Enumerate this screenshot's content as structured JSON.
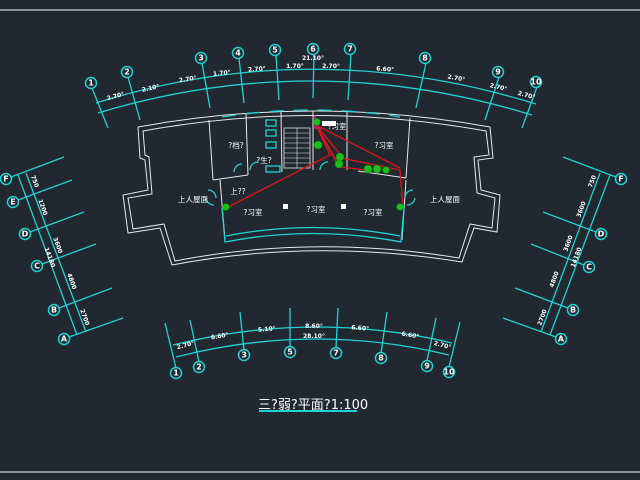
{
  "drawing_title": "三?弱?平面?1:100",
  "top_axes": [
    "1",
    "2",
    "3",
    "4",
    "5",
    "6",
    "7",
    "8",
    "9",
    "10"
  ],
  "top_dims": [
    "2.70°",
    "2.10°",
    "2.70°",
    "1.70°",
    "2.70°",
    "1.70°",
    "2.70°",
    "6.60°",
    "2.70°",
    "2.70°",
    "2.70°"
  ],
  "top_total": "21.10°",
  "bottom_axes": [
    "1",
    "2",
    "3",
    "5",
    "7",
    "8",
    "9",
    "10"
  ],
  "bottom_dims": [
    "2.70°",
    "6.60°",
    "5.10°",
    "8.60°",
    "6.60°",
    "6.60°",
    "2.70°"
  ],
  "bottom_total": "28.10°",
  "left_axes": [
    "F",
    "E",
    "D",
    "C",
    "B",
    "A"
  ],
  "left_dims": [
    "750",
    "1200",
    "3600",
    "4800",
    "2700"
  ],
  "left_total": "14180",
  "right_axes": [
    "F",
    "D",
    "C",
    "B",
    "A"
  ],
  "right_dims": [
    "750",
    "3600",
    "3600",
    "4800",
    "2700"
  ],
  "right_total": "14180",
  "rooms": {
    "archive": "?档?",
    "restroom": "?生?",
    "roof_left": "上人屋面",
    "roof_right": "上人屋面",
    "study_top": "?习室",
    "study_right_top": "?习室",
    "study_left": "?习室",
    "study_center": "?习室",
    "study_right": "?习室",
    "stair_label": "上??"
  },
  "colors": {
    "background": "#212830",
    "axis": "#1fd3d6",
    "wire": "#e0141b",
    "device": "#18c21a"
  }
}
